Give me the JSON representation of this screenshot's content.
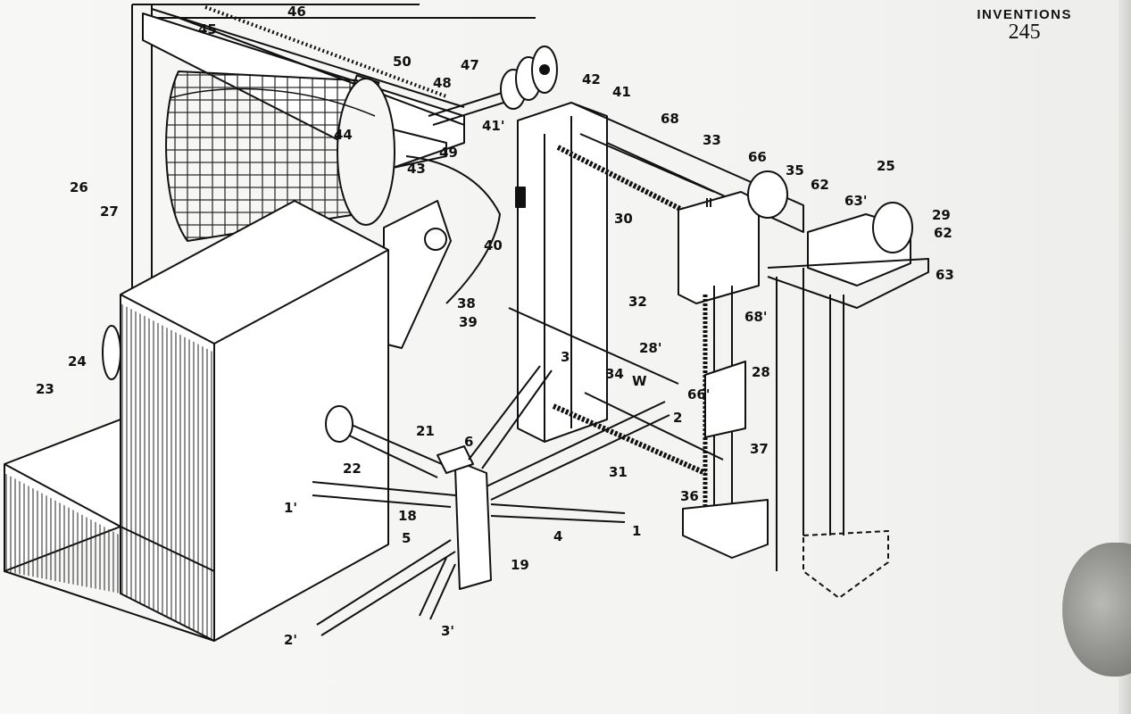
{
  "header": {
    "section": "INVENTIONS",
    "page_number": "245"
  },
  "labels": {
    "l46": "46",
    "l45": "45",
    "l50": "50",
    "l47": "47",
    "l42": "42",
    "l48": "48",
    "l41": "41",
    "l41p": "41'",
    "l68": "68",
    "l44": "44",
    "l49": "49",
    "l33": "33",
    "l66": "66",
    "l35": "35",
    "l25": "25",
    "l43": "43",
    "l26": "26",
    "l27": "27",
    "l62a": "62",
    "l63p": "63'",
    "l30": "30",
    "l29": "29",
    "l62b": "62",
    "l40": "40",
    "l63": "63",
    "l38": "38",
    "l32": "32",
    "l39": "39",
    "l68p": "68'",
    "l24": "24",
    "l28p": "28'",
    "l3": "3",
    "l23": "23",
    "l34": "34",
    "lW": "W",
    "l28": "28",
    "l66p": "66'",
    "l2": "2",
    "l21": "21",
    "l6": "6",
    "l37": "37",
    "l22": "22",
    "l31": "31",
    "l1p": "1'",
    "l36": "36",
    "l18": "18",
    "l4": "4",
    "l1": "1",
    "l5": "5",
    "l19": "19",
    "l2p": "2'",
    "l3p": "3'"
  }
}
